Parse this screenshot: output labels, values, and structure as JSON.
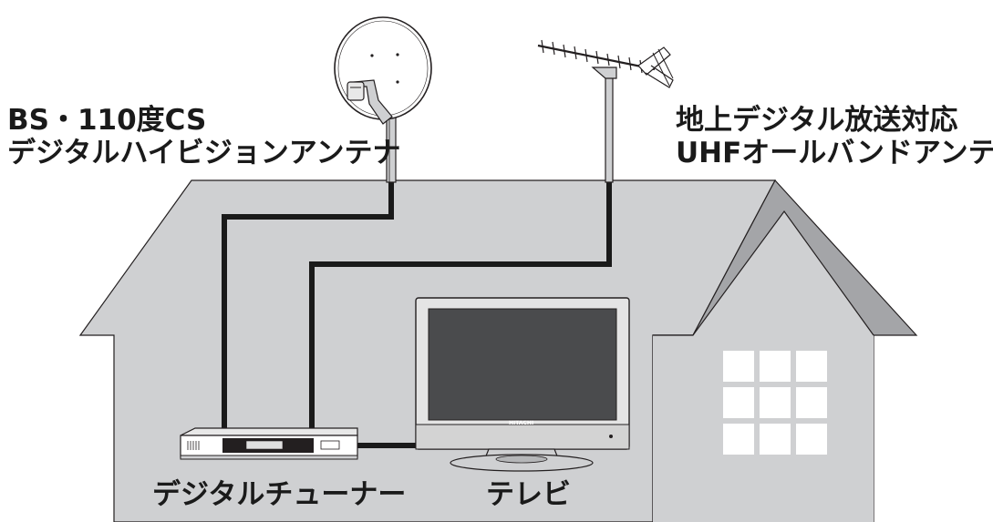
{
  "labels": {
    "bs_antenna_line1": "BS・110度CS",
    "bs_antenna_line2": "デジタルハイビジョンアンテナ",
    "uhf_antenna_line1": "地上デジタル放送対応",
    "uhf_antenna_line2": "UHFオールバンドアンテナ",
    "tuner": "デジタルチューナー",
    "tv": "テレビ",
    "tv_brand": "HITACHI"
  },
  "colors": {
    "house_fill": "#cfd0d2",
    "house_shadow": "#a4a5a8",
    "house_outline": "#231f20",
    "cable": "#1a1a1a",
    "tv_screen": "#4a4b4d",
    "window_fill": "#ffffff"
  },
  "icons": [
    "satellite-dish-icon",
    "uhf-antenna-icon",
    "house-icon",
    "tuner-icon",
    "tv-icon"
  ]
}
